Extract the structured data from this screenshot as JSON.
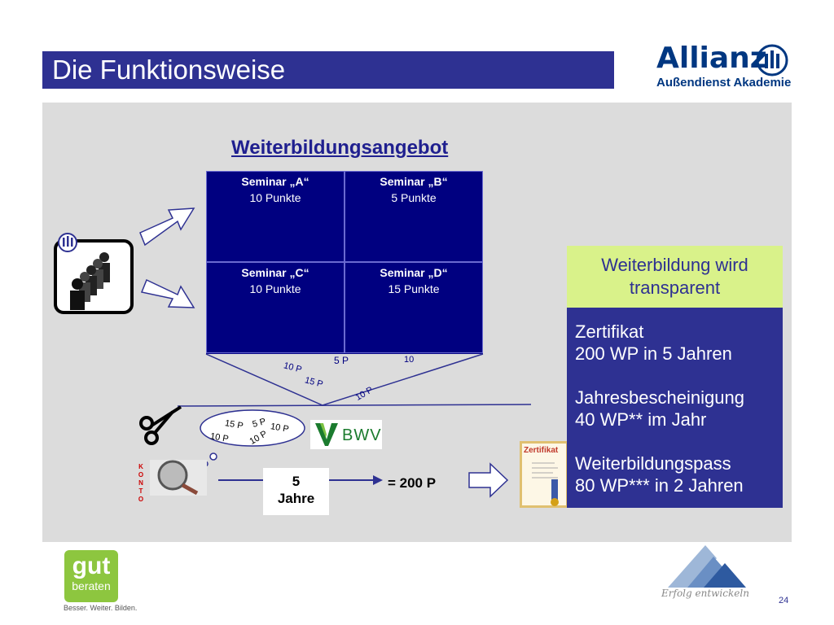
{
  "title": "Die Funktionsweise",
  "logo": {
    "name": "Allianz",
    "subtitle": "Außendienst Akademie"
  },
  "heading": "Weiterbildungsangebot",
  "seminars": [
    {
      "name": "Seminar „A“",
      "points": "10 Punkte"
    },
    {
      "name": "Seminar „B“",
      "points": "5 Punkte"
    },
    {
      "name": "Seminar „C“",
      "points": "10 Punkte"
    },
    {
      "name": "Seminar „D“",
      "points": "15 Punkte"
    }
  ],
  "funnel_points": [
    "10 P",
    "5 P",
    "10",
    "15 P",
    "10 P"
  ],
  "cloud_points": [
    "15 P",
    "5 P",
    "10 P",
    "10 P",
    "10 P"
  ],
  "konto": [
    "K",
    "O",
    "N",
    "T",
    "O"
  ],
  "years_box": {
    "number": "5",
    "unit": "Jahre"
  },
  "result": "= 200 P",
  "bwv": "BWV",
  "certificate_label": "Zertifikat",
  "green_box": "Weiterbildung wird transparent",
  "blue_box": {
    "zert_1": "Zertifikat",
    "zert_2": "200 WP in 5 Jahren",
    "jahr_1": "Jahresbescheinigung",
    "jahr_2": "40 WP** im Jahr",
    "pass_1": "Weiterbildungspass",
    "pass_2": "80 WP*** in 2 Jahren"
  },
  "gut_beraten": {
    "line1": "gut",
    "line2": "beraten",
    "tagline": "Besser. Weiter. Bilden."
  },
  "erfolg": "Erfolg entwickeln",
  "page_number": "24",
  "colors": {
    "title_bar": "#2e3192",
    "grid": "#000080",
    "green": "#d9f28a",
    "content_bg": "#dcdcdc"
  }
}
